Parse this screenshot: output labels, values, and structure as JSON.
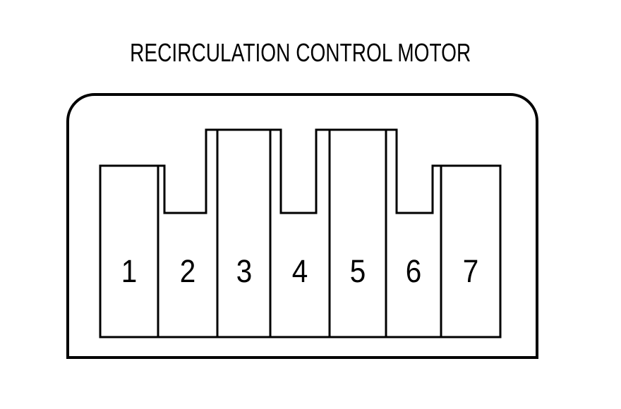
{
  "title": "RECIRCULATION CONTROL MOTOR",
  "connector": {
    "pins": [
      {
        "label": "1",
        "slot": "medium"
      },
      {
        "label": "2",
        "slot": "short"
      },
      {
        "label": "3",
        "slot": "tall"
      },
      {
        "label": "4",
        "slot": "short"
      },
      {
        "label": "5",
        "slot": "tall"
      },
      {
        "label": "6",
        "slot": "short"
      },
      {
        "label": "7",
        "slot": "medium"
      }
    ]
  },
  "colors": {
    "line": "#000000",
    "background": "#ffffff"
  }
}
